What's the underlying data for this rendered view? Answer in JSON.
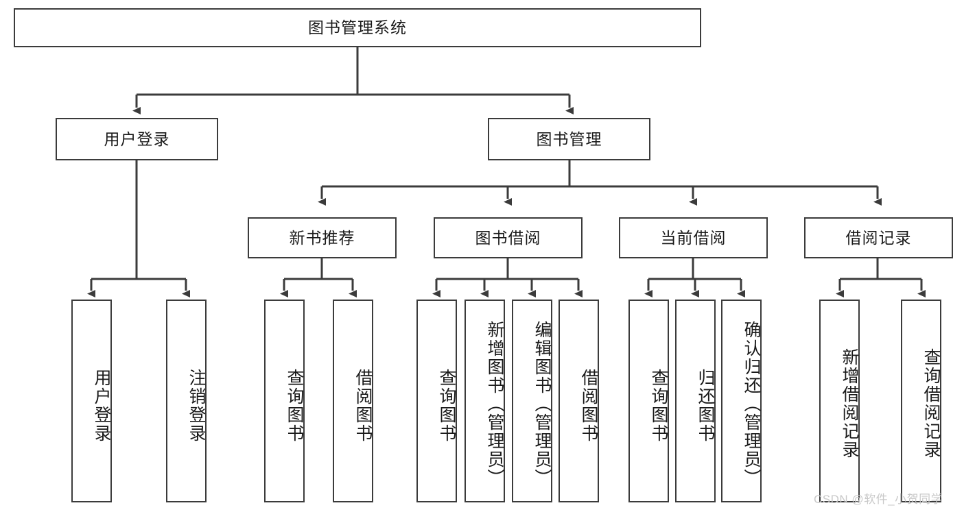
{
  "diagram": {
    "title": "图书管理系统",
    "type": "tree-hierarchy",
    "root": {
      "id": "root",
      "label": "图书管理系统"
    },
    "level2": [
      {
        "id": "user-login",
        "label": "用户登录"
      },
      {
        "id": "book-manage",
        "label": "图书管理"
      }
    ],
    "level3": [
      {
        "id": "new-book-rec",
        "label": "新书推荐",
        "parent": "book-manage"
      },
      {
        "id": "book-borrow",
        "label": "图书借阅",
        "parent": "book-manage"
      },
      {
        "id": "current-borrow",
        "label": "当前借阅",
        "parent": "book-manage"
      },
      {
        "id": "borrow-record",
        "label": "借阅记录",
        "parent": "book-manage"
      }
    ],
    "leaves": [
      {
        "id": "leaf-user-login",
        "label": "用户登录",
        "parent": "user-login"
      },
      {
        "id": "leaf-logout",
        "label": "注销登录",
        "parent": "user-login"
      },
      {
        "id": "leaf-query-book-1",
        "label": "查询图书",
        "parent": "new-book-rec"
      },
      {
        "id": "leaf-borrow-book-1",
        "label": "借阅图书",
        "parent": "new-book-rec"
      },
      {
        "id": "leaf-query-book-2",
        "label": "查询图书",
        "parent": "book-borrow"
      },
      {
        "id": "leaf-add-book",
        "label": "新增图书（管理员）",
        "parent": "book-borrow"
      },
      {
        "id": "leaf-edit-book",
        "label": "编辑图书（管理员）",
        "parent": "book-borrow"
      },
      {
        "id": "leaf-borrow-book-2",
        "label": "借阅图书",
        "parent": "book-borrow"
      },
      {
        "id": "leaf-query-book-3",
        "label": "查询图书",
        "parent": "current-borrow"
      },
      {
        "id": "leaf-return-book",
        "label": "归还图书",
        "parent": "current-borrow"
      },
      {
        "id": "leaf-confirm-return",
        "label": "确认归还（管理员）",
        "parent": "current-borrow"
      },
      {
        "id": "leaf-add-record",
        "label": "新增借阅记录",
        "parent": "borrow-record"
      },
      {
        "id": "leaf-query-record",
        "label": "查询借阅记录",
        "parent": "borrow-record"
      }
    ],
    "colors": {
      "border": "#3b3b3b",
      "background": "#ffffff",
      "text": "#1a1a1a",
      "watermark": "#c9c9c9"
    }
  },
  "watermark": {
    "text": "CSDN @软件_小贺同学"
  }
}
